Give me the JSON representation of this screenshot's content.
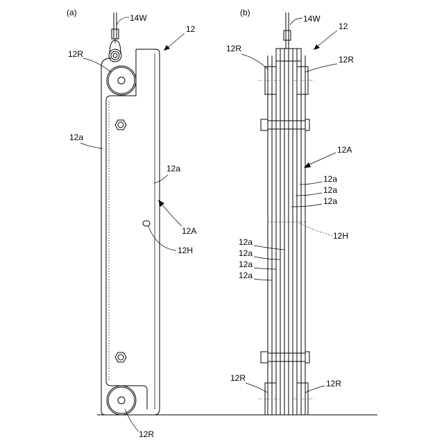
{
  "panels": {
    "a": {
      "caption": "(a)",
      "labels": {
        "wire": "14W",
        "assembly": "12",
        "roller_top": "12R",
        "roller_bottom": "12R",
        "plate_left": "12a",
        "plate_right": "12a",
        "stack": "12A",
        "hole": "12H"
      }
    },
    "b": {
      "caption": "(b)",
      "labels": {
        "wire": "14W",
        "assembly": "12",
        "roller_top_left": "12R",
        "roller_top_right": "12R",
        "roller_bottom_left": "12R",
        "roller_bottom_right": "12R",
        "stack": "12A",
        "plates_right": [
          "12a",
          "12a",
          "12a"
        ],
        "hole": "12H",
        "plates_left": [
          "12a",
          "12a",
          "12a",
          "12a"
        ]
      }
    }
  }
}
